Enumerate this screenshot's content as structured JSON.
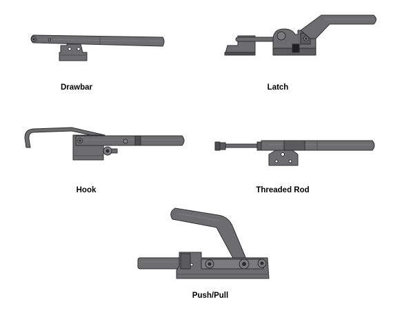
{
  "clamps": [
    {
      "label": "Drawbar"
    },
    {
      "label": "Latch"
    },
    {
      "label": "Hook"
    },
    {
      "label": "Threaded Rod"
    },
    {
      "label": "Push/Pull"
    }
  ],
  "colors": {
    "body": "#6d6d6f",
    "body_light": "#7c7c7e",
    "body_dark": "#4e4e50",
    "outline": "#2e2e30",
    "accent_dark": "#1f1f21",
    "background": "#ffffff"
  }
}
